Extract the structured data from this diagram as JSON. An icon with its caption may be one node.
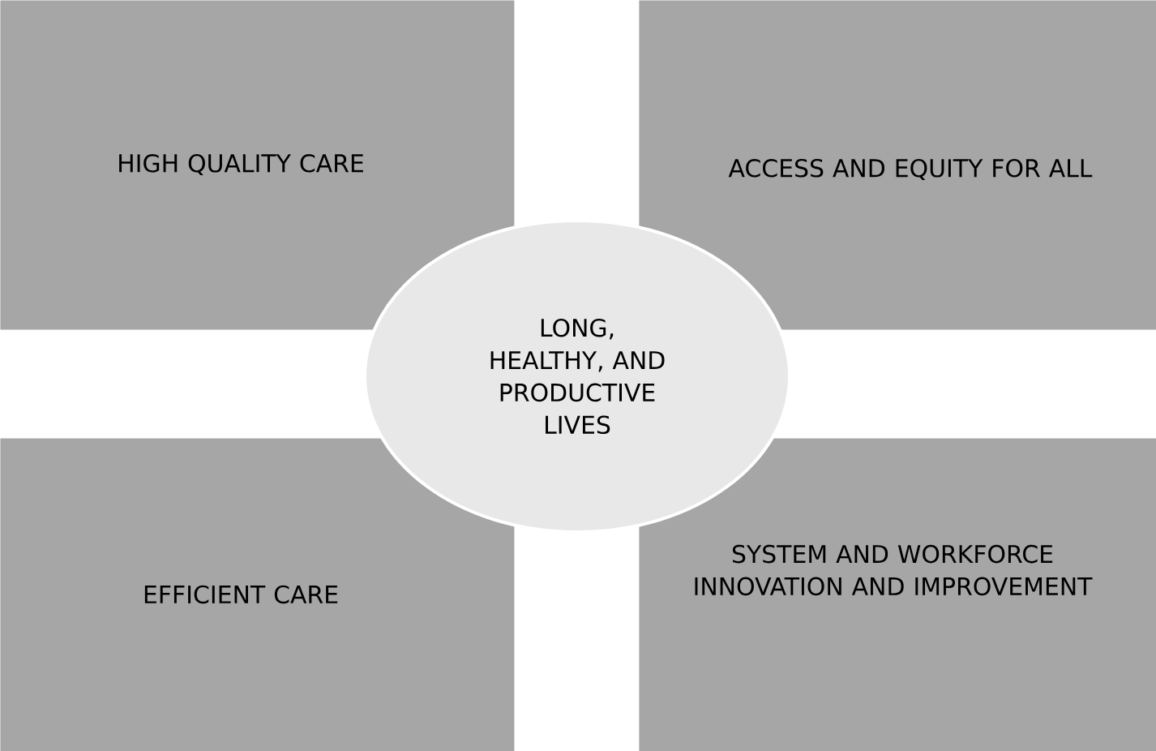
{
  "diagram": {
    "nodes": [
      {
        "text": [
          "HIGH QUALITY CARE"
        ]
      },
      {
        "text": [
          "ACCESS AND EQUITY FOR ALL"
        ]
      },
      {
        "text": [
          "LONG, HEALTHY, AND PRODUCTIVE LIVES"
        ]
      },
      {
        "text": [
          "EFFICIENT CARE"
        ]
      },
      {
        "text": [
          "SYSTEM AND WORKFORCE INNOVATION AND IMPROVEMENT"
        ]
      }
    ]
  }
}
